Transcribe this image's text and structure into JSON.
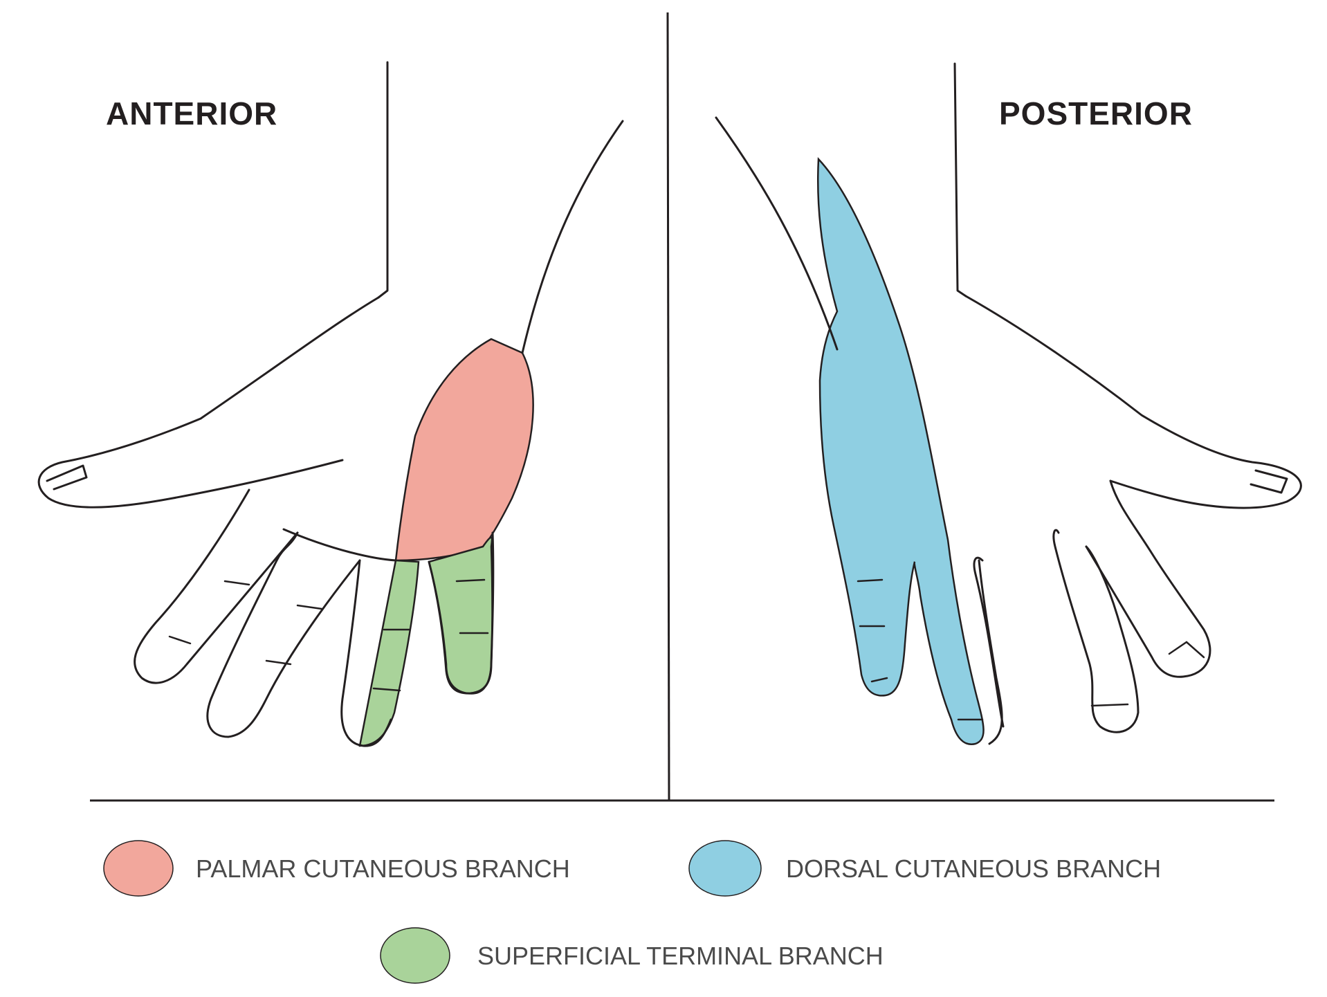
{
  "diagram": {
    "panels": {
      "anterior": {
        "title": "ANTERIOR"
      },
      "posterior": {
        "title": "POSTERIOR"
      }
    },
    "legend": [
      {
        "label": "PALMAR CUTANEOUS BRANCH",
        "color": "#f2a79c"
      },
      {
        "label": "DORSAL CUTANEOUS BRANCH",
        "color": "#8fcfe2"
      },
      {
        "label": "SUPERFICIAL TERMINAL BRANCH",
        "color": "#a9d39a"
      }
    ],
    "colors": {
      "outline": "#231f20",
      "palmar": "#f2a79c",
      "dorsal": "#8fcfe2",
      "superficial": "#a9d39a"
    }
  }
}
